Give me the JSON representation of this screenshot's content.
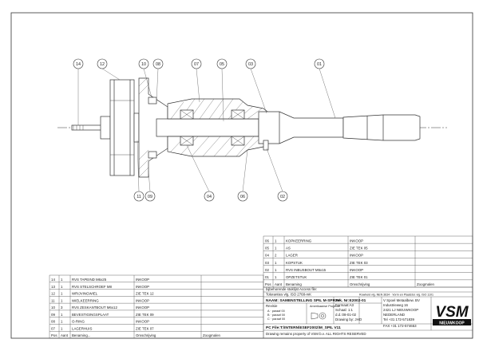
{
  "balloons_top": [
    "14",
    "12",
    "10",
    "08",
    "07",
    "05",
    "03",
    "01"
  ],
  "balloons_bottom": [
    "11",
    "09",
    "04",
    "06",
    "02"
  ],
  "parts_right": [
    {
      "pos": "06",
      "qty": "1",
      "name": "KOPKEERRING",
      "remark": "INKOOP"
    },
    {
      "pos": "05",
      "qty": "1",
      "name": "AS",
      "remark": "ZIE TEK 05"
    },
    {
      "pos": "04",
      "qty": "2",
      "name": "LAGER",
      "remark": "INKOOP"
    },
    {
      "pos": "03",
      "qty": "1",
      "name": "KOPSTUK",
      "remark": "ZIE TEK 03"
    },
    {
      "pos": "02",
      "qty": "1",
      "name": "RVS INBUSBOUT M5x15",
      "remark": "INKOOP"
    },
    {
      "pos": "01",
      "qty": "1",
      "name": "OPZETSTUK",
      "remark": "ZIE TEK 01"
    }
  ],
  "parts_left": [
    {
      "pos": "14",
      "qty": "1",
      "name": "RVS TAPEIND M6x25",
      "remark": "INKOOP"
    },
    {
      "pos": "13",
      "qty": "1",
      "name": "RVS STELSCHROEF M8",
      "remark": "INKOOP"
    },
    {
      "pos": "12",
      "qty": "1",
      "name": "WRIJVINGWIEL",
      "remark": "ZIE TEK 12"
    },
    {
      "pos": "11",
      "qty": "1",
      "name": "WIELKEERRING",
      "remark": "INKOOP"
    },
    {
      "pos": "10",
      "qty": "3",
      "name": "RVS ZESKANTBOUT M6x12",
      "remark": "INKOOP"
    },
    {
      "pos": "09",
      "qty": "1",
      "name": "BEVESTIGINGSPLAAT",
      "remark": "ZIE TEK 09"
    },
    {
      "pos": "08",
      "qty": "1",
      "name": "O-RING",
      "remark": "INKOOP"
    },
    {
      "pos": "07",
      "qty": "1",
      "name": "LAGERHUIS",
      "remark": "ZIE TEK 07"
    }
  ],
  "headers": {
    "pos": "Pos",
    "qty": "Aant",
    "name": "Benaming",
    "remark": "Omschrijving",
    "date": "Zoogmalen",
    "name_left": "Benaming...",
    "remark_left": "Omschrijving"
  },
  "title_block": {
    "linked": "bijbehorende stuklijst Access file:",
    "tolerance": "Toleranties vlg. ISO 2768-mK",
    "roughness": "Ruwheid vlg. NEN 3634 · Vorm en Plaatstol. vlg. ISO 1101",
    "name": "NAAM: SAMENSTELLING SPIL M-SPRAY",
    "revision": "Revisie",
    "rev_a": "A  ·  paraaf 00",
    "rev_b": "B  ·  paraaf 00",
    "rev_c": "C  ·  paraaf 00",
    "projection": "Amerikaanse Projectie",
    "drawing_no": "Tek. Nr:E2002-01",
    "format": "Formaat:A3",
    "scale": "Schaal: 1:1",
    "date": "d.d.:08-01-02",
    "drawn_by": "Drawing by: JHO",
    "file": "PC File:T:\\INTERN\\ESEF2002\\M_SPIL V11",
    "property": "Drawing remains property of VSM b.v.  ALL RIGHTS RESERVED"
  },
  "company": {
    "name": "V Spoel Metaalbew. BV",
    "street": "Industrieweg 16",
    "city": "2421 LJ  NIEUWKOOP",
    "country": "NEDERLAND",
    "tel": "Tel +31 172-571839",
    "fax": "FAX +31 172-574653",
    "logo": "VSM",
    "logo_sub": "NIEUWKOOP"
  }
}
